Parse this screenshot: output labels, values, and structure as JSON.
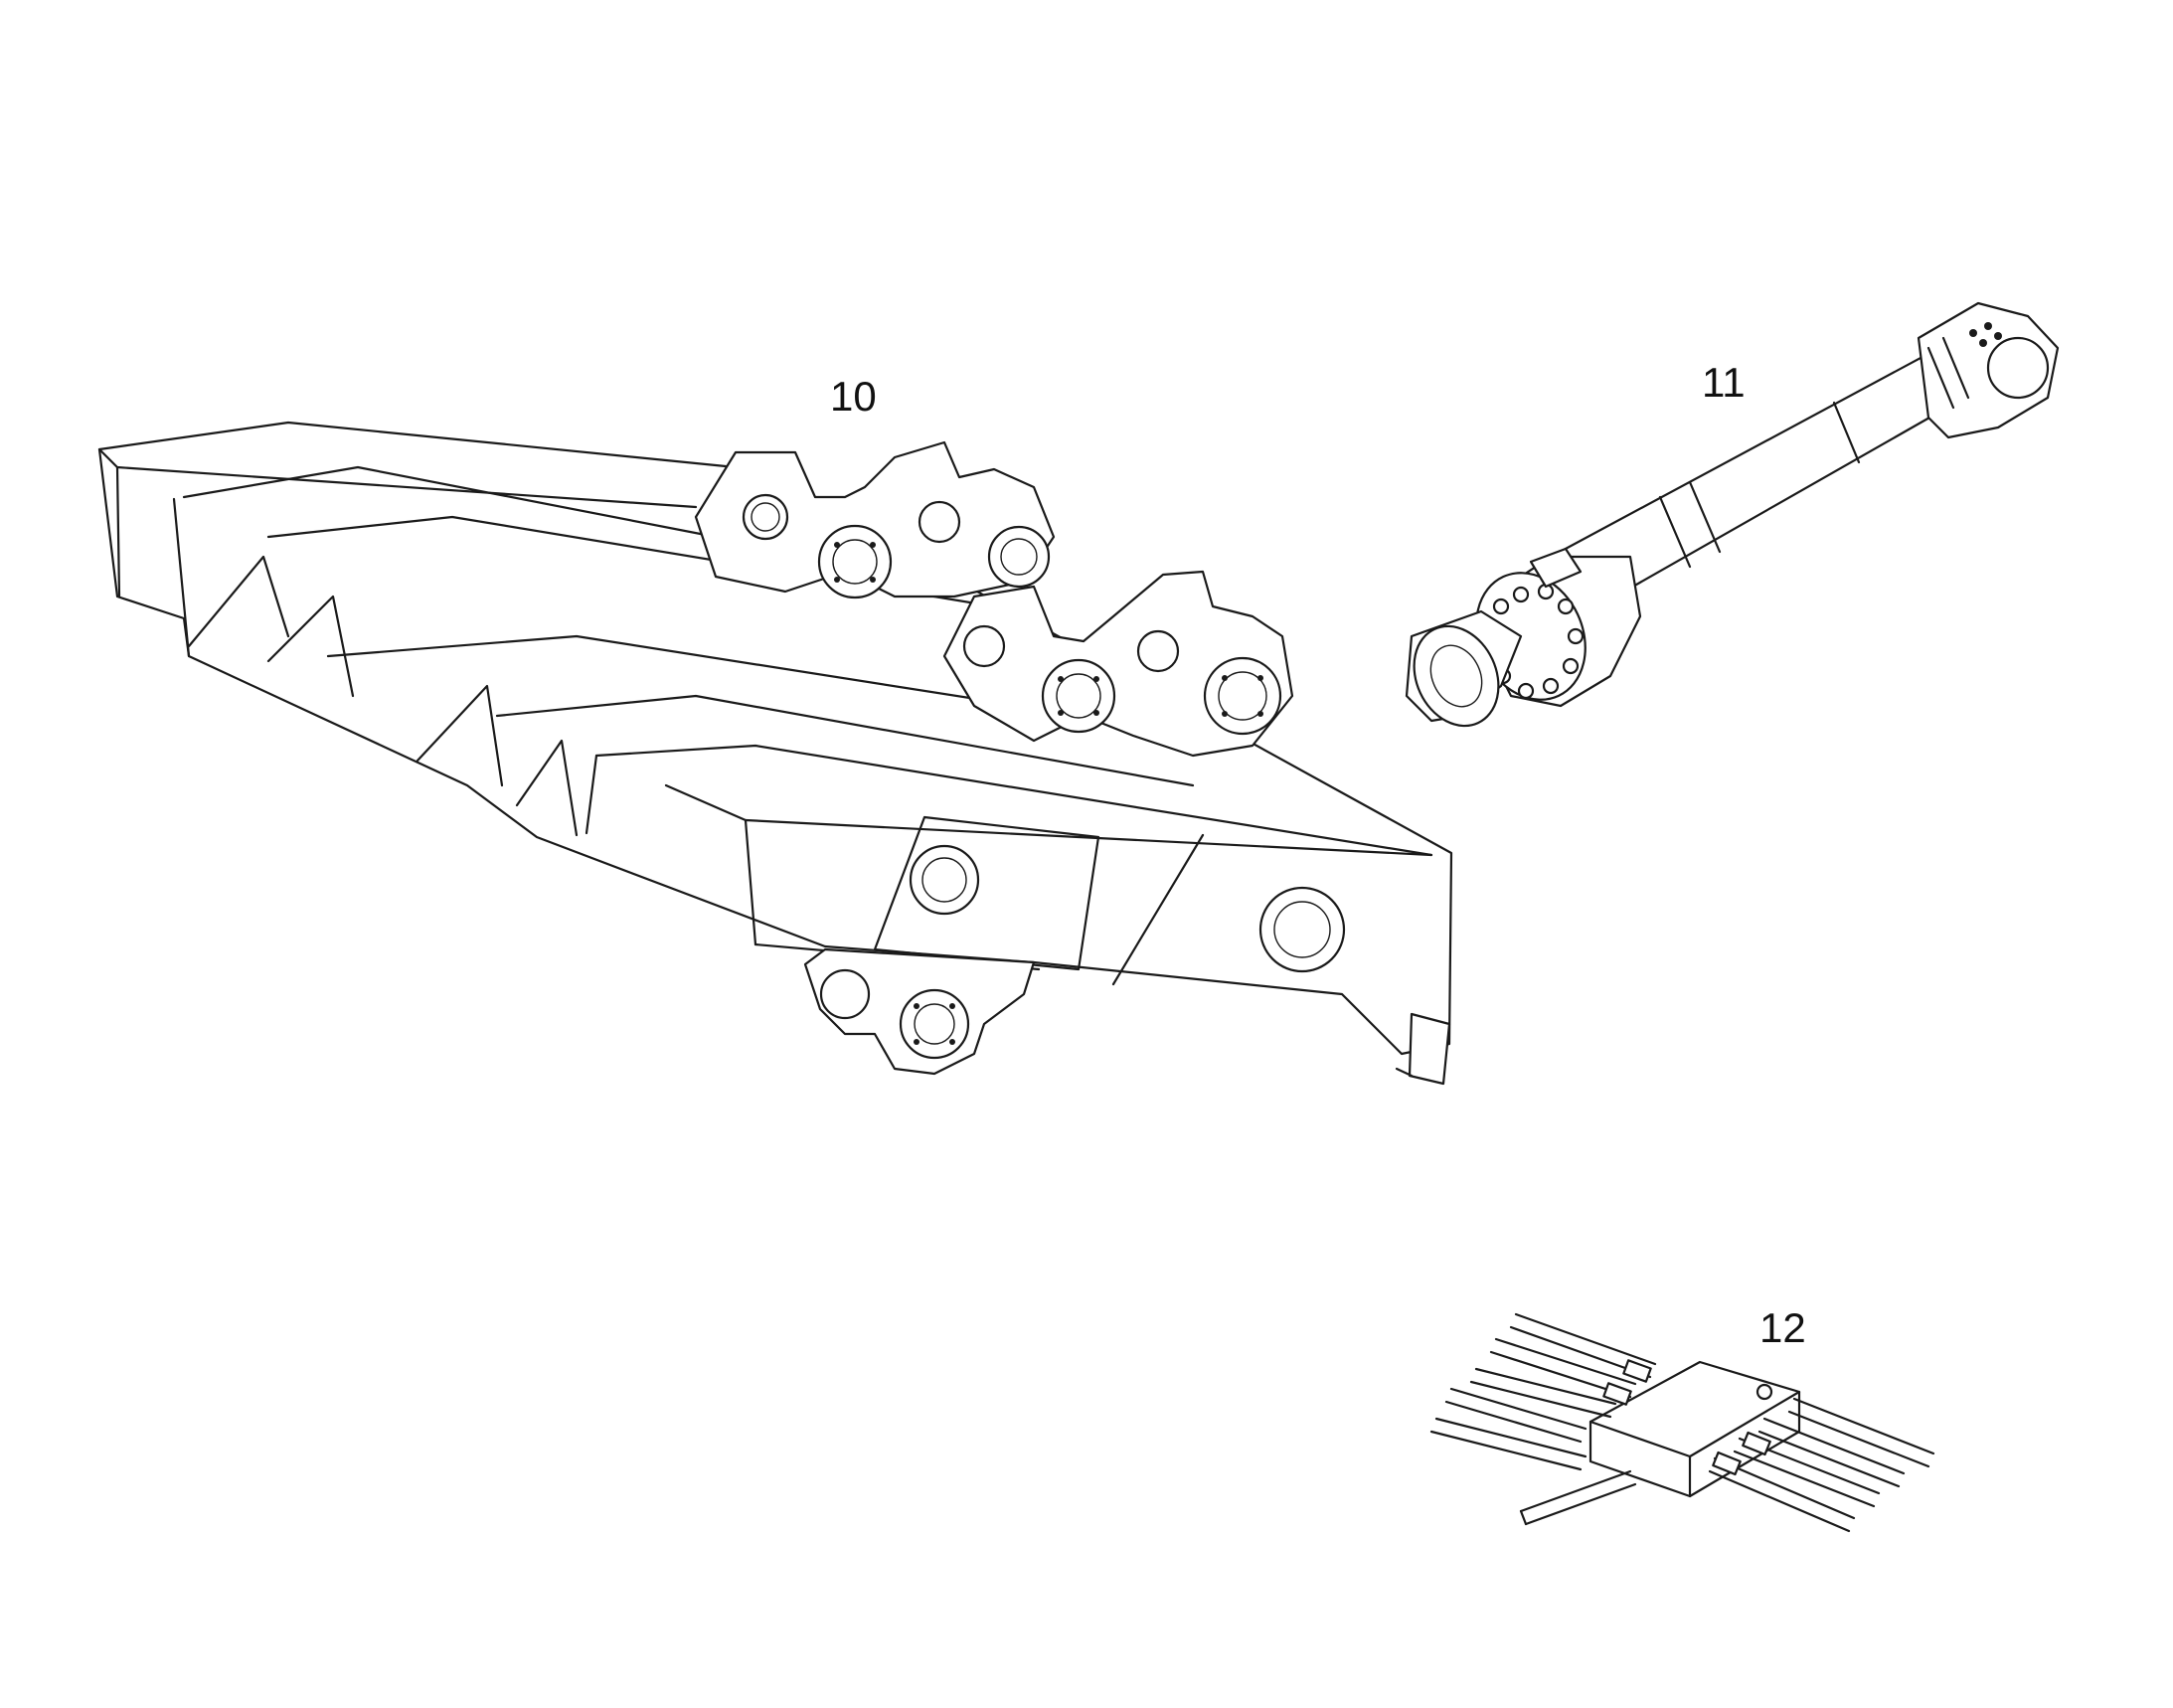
{
  "diagram": {
    "parts": [
      {
        "id": "part-10",
        "label": "10",
        "icon": "boom-frame-icon"
      },
      {
        "id": "part-11",
        "label": "11",
        "icon": "hydraulic-cylinder-icon"
      },
      {
        "id": "part-12",
        "label": "12",
        "icon": "hydraulic-manifold-icon"
      }
    ]
  }
}
